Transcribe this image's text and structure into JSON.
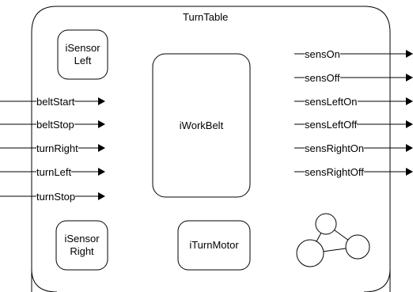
{
  "diagram": {
    "title": "TurnTable",
    "parts": {
      "sensor_left": [
        "iSensor",
        "Left"
      ],
      "work_belt": "iWorkBelt",
      "sensor_right": [
        "iSensor",
        "Right"
      ],
      "turn_motor": "iTurnMotor"
    },
    "input_ports": [
      "beltStart",
      "beltStop",
      "turnRight",
      "turnLeft",
      "turnStop"
    ],
    "output_ports": [
      "sensOn",
      "sensOff",
      "sensLeftOn",
      "sensLeftOff",
      "sensRightOn",
      "sensRightOff"
    ],
    "state_machine_icon": "statechart-icon"
  }
}
